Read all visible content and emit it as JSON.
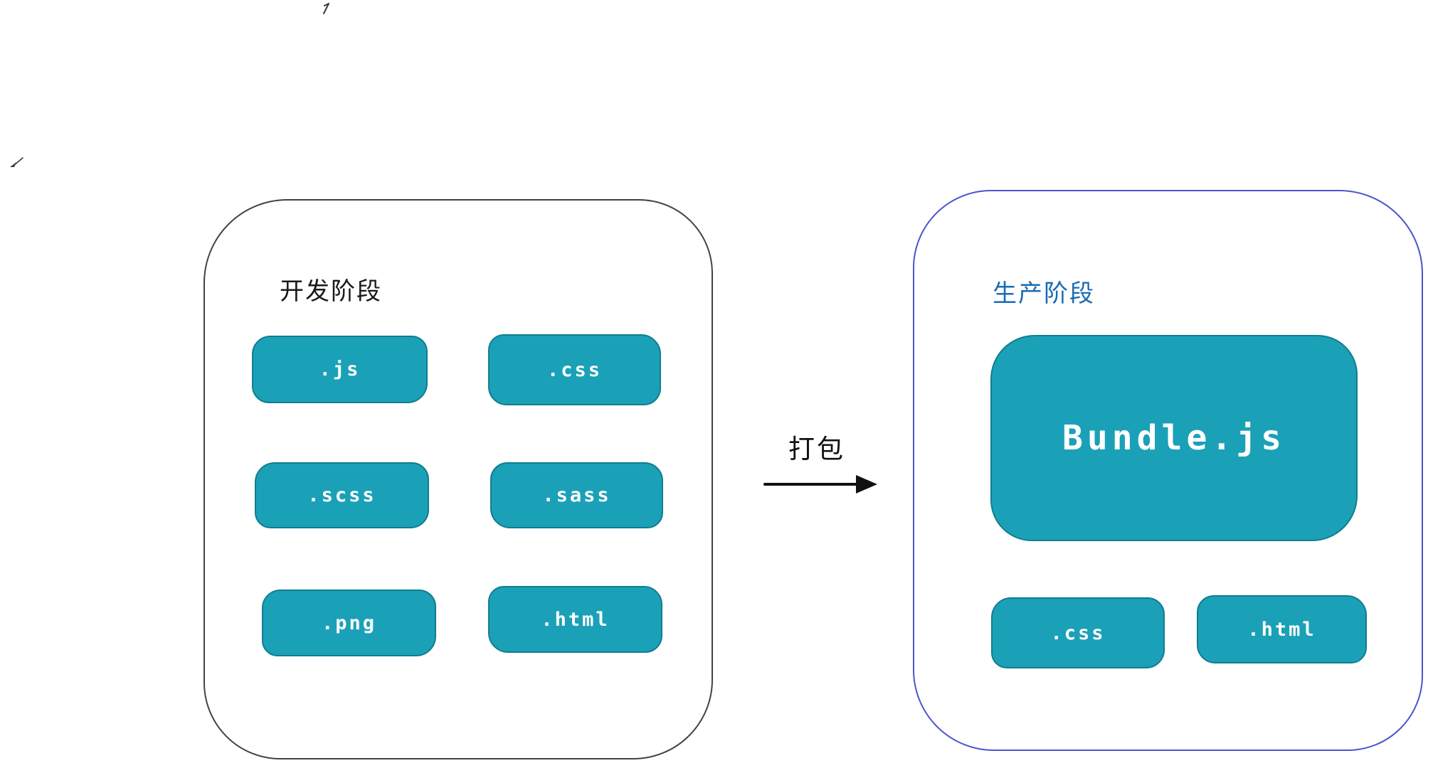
{
  "colors": {
    "box_fill": "#1ba1b7",
    "box_stroke": "#117d90",
    "box_text": "#ffffff",
    "dev_border": "#434343",
    "dev_title": "#1a1a1a",
    "prod_border": "#4955ce",
    "prod_title": "#1b6cb3",
    "arrow": "#111111"
  },
  "dev_stage": {
    "title": "开发阶段",
    "files": [
      ".js",
      ".css",
      ".scss",
      ".sass",
      ".png",
      ".html"
    ]
  },
  "arrow": {
    "label": "打包"
  },
  "prod_stage": {
    "title": "生产阶段",
    "bundle_label": "Bundle.js",
    "files": [
      ".css",
      ".html"
    ]
  }
}
